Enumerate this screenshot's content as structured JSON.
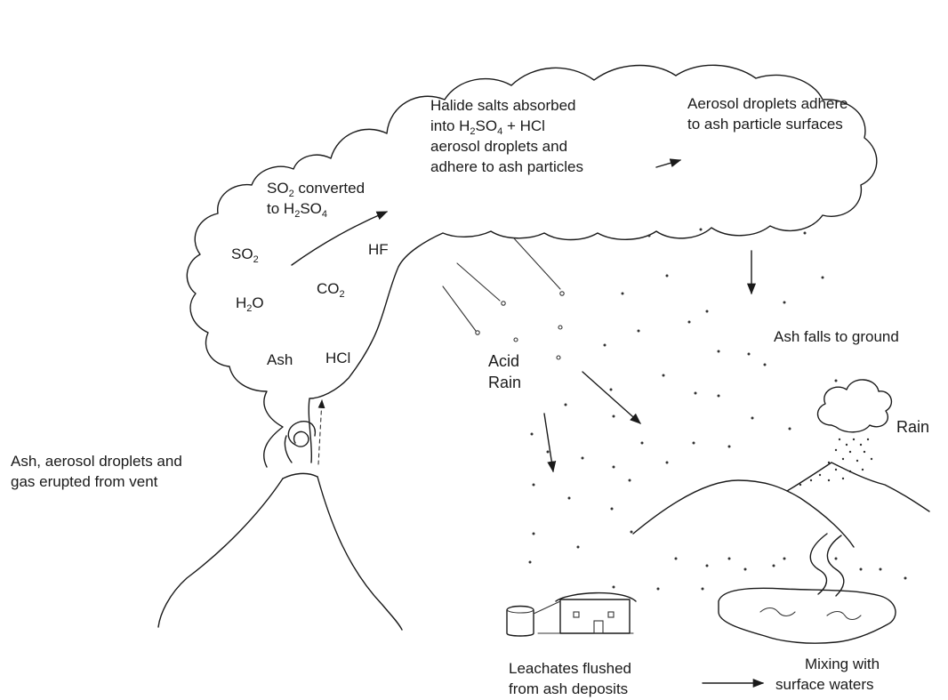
{
  "labels": {
    "halide_line1": "Halide salts absorbed",
    "halide_line2_pre": "into H",
    "halide_line2_sub1": "2",
    "halide_line2_mid": "SO",
    "halide_line2_sub2": "4",
    "halide_line2_post": " + HCl",
    "halide_line3": "aerosol droplets and",
    "halide_line4": "adhere to ash particles",
    "aerosol_line1": "Aerosol droplets adhere",
    "aerosol_line2": "to ash particle surfaces",
    "so2_conv_pre": "SO",
    "so2_conv_sub": "2",
    "so2_conv_post": " converted",
    "to_h2so4_pre": "to H",
    "to_h2so4_sub1": "2",
    "to_h2so4_mid": "SO",
    "to_h2so4_sub2": "4",
    "so2": "SO",
    "so2_sub": "2",
    "hf": "HF",
    "h2o_pre": "H",
    "h2o_sub": "2",
    "h2o_post": "O",
    "co2": "CO",
    "co2_sub": "2",
    "ash": "Ash",
    "hcl": "HCl",
    "acid": "Acid",
    "rain_word": "Rain",
    "ash_falls": "Ash falls to ground",
    "rain_label": "Rain",
    "vent_line1": "Ash, aerosol droplets and",
    "vent_line2": "gas erupted from vent",
    "leach_line1": "Leachates flushed",
    "leach_line2": "from ash deposits",
    "mixing_line1": "Mixing with",
    "mixing_line2": "surface waters"
  }
}
